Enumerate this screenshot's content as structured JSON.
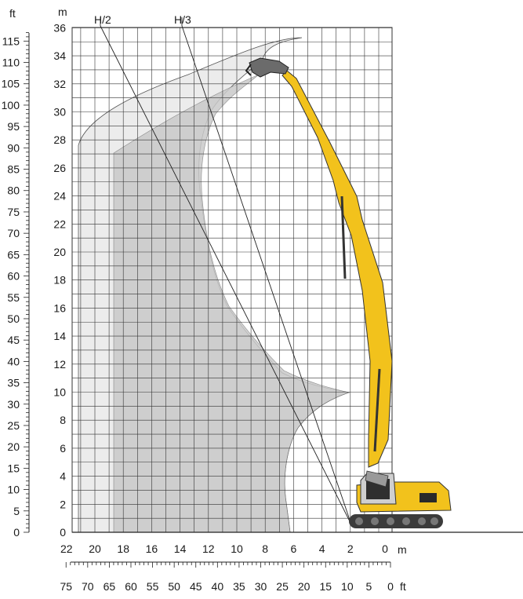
{
  "diagram": {
    "unit_left": "ft",
    "unit_top": "m",
    "guide_line_labels": [
      "H/2",
      "H/3"
    ],
    "m_axis_label": "m",
    "ft_axis_label": "ft",
    "y_ticks_m": [
      0,
      2,
      4,
      6,
      8,
      10,
      12,
      14,
      16,
      18,
      20,
      22,
      24,
      26,
      28,
      30,
      32,
      34,
      36
    ],
    "y_ticks_ft": [
      0,
      5,
      10,
      15,
      20,
      25,
      30,
      35,
      40,
      45,
      50,
      55,
      60,
      65,
      70,
      75,
      80,
      85,
      90,
      95,
      100,
      105,
      110,
      115
    ],
    "x_ticks_m": [
      22,
      20,
      18,
      16,
      14,
      12,
      10,
      8,
      6,
      4,
      2,
      0
    ],
    "x_ticks_ft": [
      75,
      70,
      65,
      60,
      55,
      50,
      45,
      40,
      35,
      30,
      25,
      20,
      15,
      10,
      5,
      0
    ],
    "colors": {
      "grid": "#333333",
      "envelope_outer": "#ececec",
      "envelope_inner": "#c9c9c9",
      "machine_yellow": "#f2c21c",
      "machine_dark": "#3b3b3b"
    }
  }
}
